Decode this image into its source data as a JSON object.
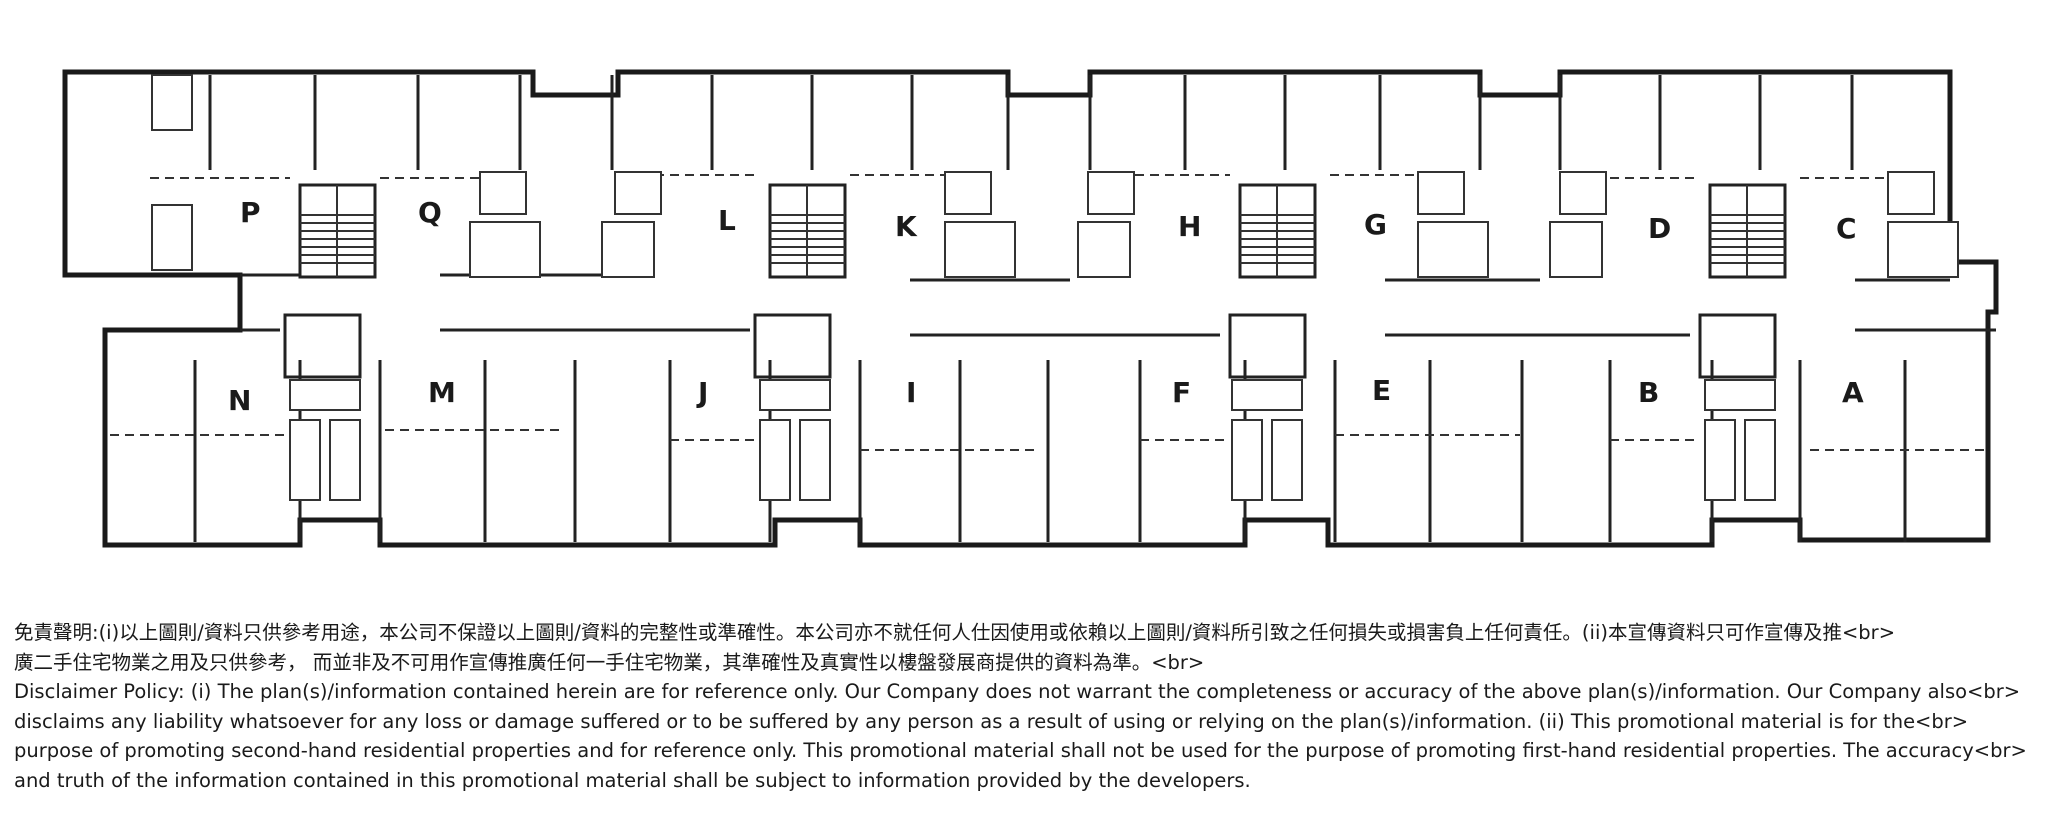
{
  "units": {
    "P": "P",
    "Q": "Q",
    "L": "L",
    "K": "K",
    "H": "H",
    "G": "G",
    "D": "D",
    "C": "C",
    "N": "N",
    "M": "M",
    "J": "J",
    "I": "I",
    "F": "F",
    "E": "E",
    "B": "B",
    "A": "A"
  },
  "disclaimer": {
    "lines": [
      "免責聲明:(i)以上圖則/資料只供參考用途，本公司不保證以上圖則/資料的完整性或準確性。本公司亦不就任何人仕因使用或依賴以上圖則/資料所引致之任何損失或損害負上任何責任。(ii)本宣傳資料只可作宣傳及推<br>",
      "廣二手住宅物業之用及只供參考， 而並非及不可用作宣傳推廣任何一手住宅物業，其準確性及真實性以樓盤發展商提供的資料為準。<br>",
      "Disclaimer Policy: (i) The plan(s)/information contained herein are for reference only. Our Company does not warrant the completeness or accuracy of the above plan(s)/information. Our Company also<br>",
      "disclaims any liability whatsoever for any loss or damage suffered or to be suffered by any person as a result of using or relying on the plan(s)/information. (ii) This promotional material is for the<br>",
      "purpose of promoting second-hand residential properties and for reference only. This promotional material shall not be used for the purpose of promoting first-hand residential properties. The accuracy<br>",
      "and truth of the information contained in this promotional material shall be subject to information provided by the developers."
    ]
  },
  "colors": {
    "ink": "#1a1a1a",
    "watermark": "#cfcfcf",
    "background": "#ffffff"
  }
}
